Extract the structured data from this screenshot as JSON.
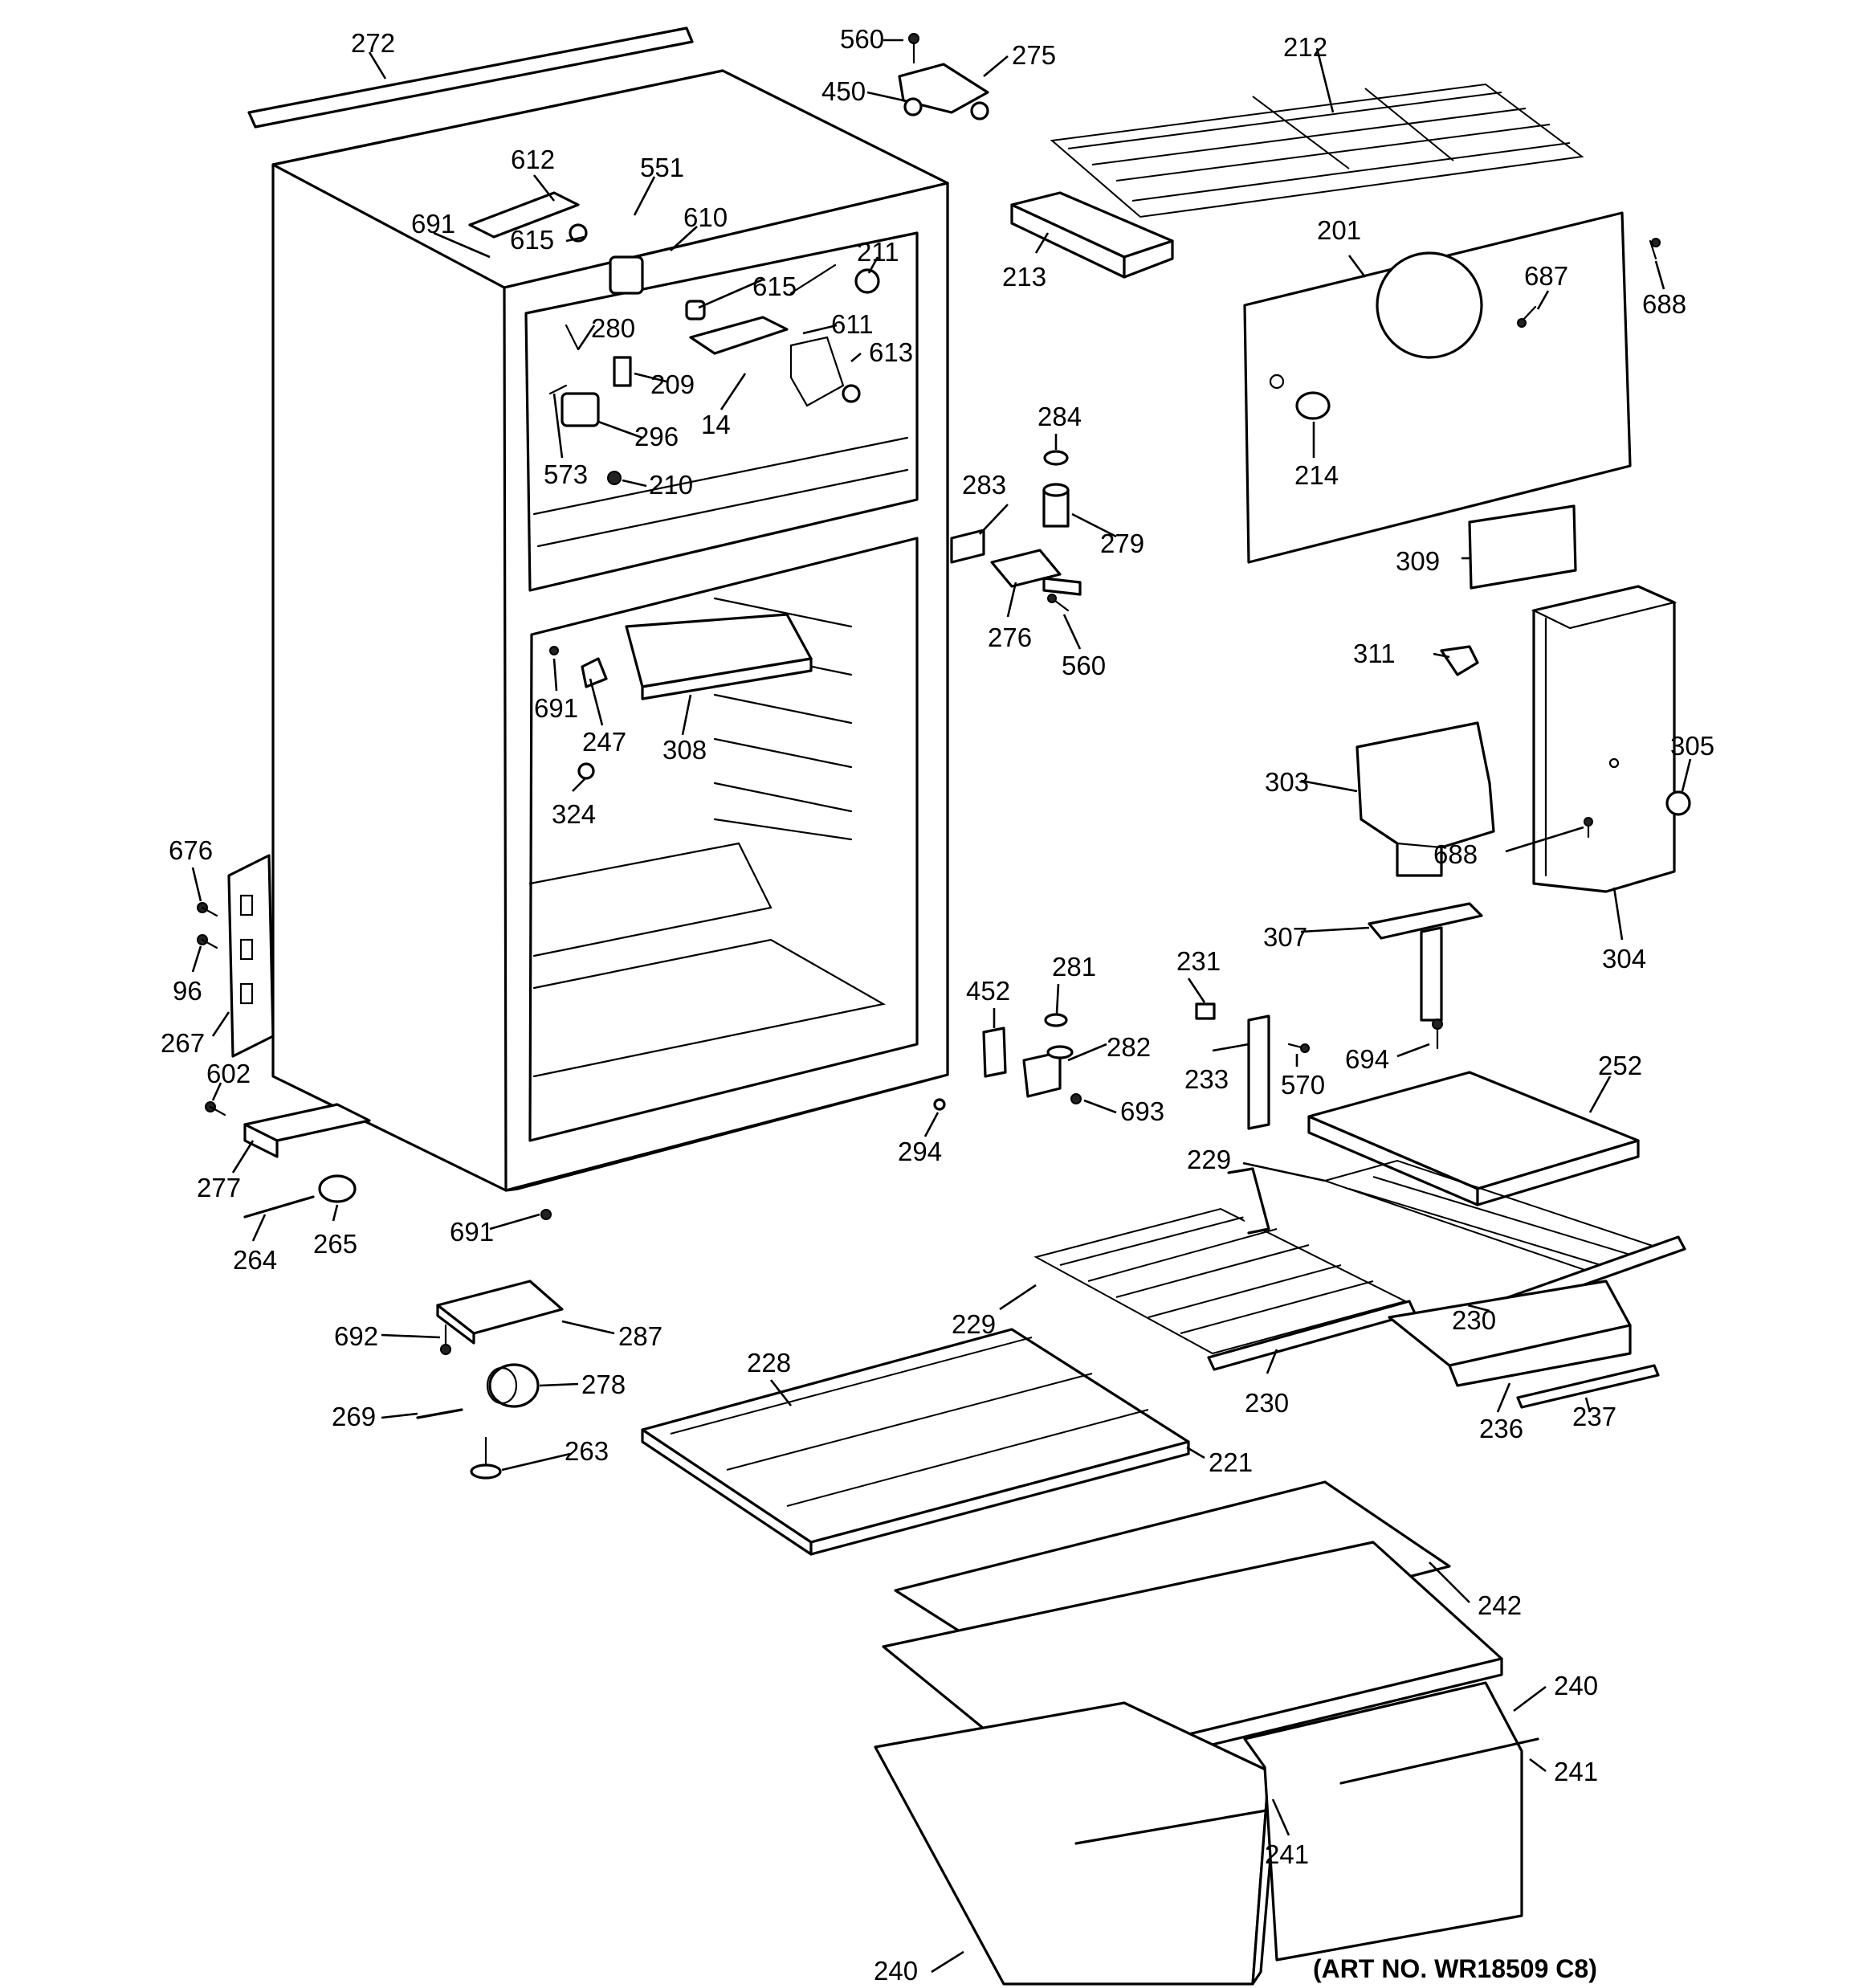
{
  "art_number": "(ART NO. WR18509 C8)",
  "callouts": [
    {
      "id": "272",
      "text": "272"
    },
    {
      "id": "560a",
      "text": "560"
    },
    {
      "id": "275",
      "text": "275"
    },
    {
      "id": "450",
      "text": "450"
    },
    {
      "id": "212",
      "text": "212"
    },
    {
      "id": "612",
      "text": "612"
    },
    {
      "id": "551",
      "text": "551"
    },
    {
      "id": "691a",
      "text": "691"
    },
    {
      "id": "615a",
      "text": "615"
    },
    {
      "id": "610",
      "text": "610"
    },
    {
      "id": "211",
      "text": "211"
    },
    {
      "id": "615b",
      "text": "615"
    },
    {
      "id": "611",
      "text": "611"
    },
    {
      "id": "280",
      "text": "280"
    },
    {
      "id": "209",
      "text": "209"
    },
    {
      "id": "613",
      "text": "613"
    },
    {
      "id": "14",
      "text": "14"
    },
    {
      "id": "296",
      "text": "296"
    },
    {
      "id": "573",
      "text": "573"
    },
    {
      "id": "210",
      "text": "210"
    },
    {
      "id": "213",
      "text": "213"
    },
    {
      "id": "201",
      "text": "201"
    },
    {
      "id": "687",
      "text": "687"
    },
    {
      "id": "688a",
      "text": "688"
    },
    {
      "id": "284",
      "text": "284"
    },
    {
      "id": "214",
      "text": "214"
    },
    {
      "id": "283",
      "text": "283"
    },
    {
      "id": "279",
      "text": "279"
    },
    {
      "id": "309",
      "text": "309"
    },
    {
      "id": "276",
      "text": "276"
    },
    {
      "id": "560b",
      "text": "560"
    },
    {
      "id": "311",
      "text": "311"
    },
    {
      "id": "691b",
      "text": "691"
    },
    {
      "id": "247",
      "text": "247"
    },
    {
      "id": "308",
      "text": "308"
    },
    {
      "id": "324",
      "text": "324"
    },
    {
      "id": "303",
      "text": "303"
    },
    {
      "id": "305",
      "text": "305"
    },
    {
      "id": "688b",
      "text": "688"
    },
    {
      "id": "304",
      "text": "304"
    },
    {
      "id": "676",
      "text": "676"
    },
    {
      "id": "96",
      "text": "96"
    },
    {
      "id": "267",
      "text": "267"
    },
    {
      "id": "307",
      "text": "307"
    },
    {
      "id": "452",
      "text": "452"
    },
    {
      "id": "281",
      "text": "281"
    },
    {
      "id": "231",
      "text": "231"
    },
    {
      "id": "282",
      "text": "282"
    },
    {
      "id": "233",
      "text": "233"
    },
    {
      "id": "570",
      "text": "570"
    },
    {
      "id": "694",
      "text": "694"
    },
    {
      "id": "252",
      "text": "252"
    },
    {
      "id": "602",
      "text": "602"
    },
    {
      "id": "693",
      "text": "693"
    },
    {
      "id": "294",
      "text": "294"
    },
    {
      "id": "277",
      "text": "277"
    },
    {
      "id": "229a",
      "text": "229"
    },
    {
      "id": "691c",
      "text": "691"
    },
    {
      "id": "264",
      "text": "264"
    },
    {
      "id": "265",
      "text": "265"
    },
    {
      "id": "229b",
      "text": "229"
    },
    {
      "id": "230a",
      "text": "230"
    },
    {
      "id": "692",
      "text": "692"
    },
    {
      "id": "287",
      "text": "287"
    },
    {
      "id": "228",
      "text": "228"
    },
    {
      "id": "269",
      "text": "269"
    },
    {
      "id": "278",
      "text": "278"
    },
    {
      "id": "230b",
      "text": "230"
    },
    {
      "id": "236",
      "text": "236"
    },
    {
      "id": "237",
      "text": "237"
    },
    {
      "id": "263",
      "text": "263"
    },
    {
      "id": "221",
      "text": "221"
    },
    {
      "id": "242",
      "text": "242"
    },
    {
      "id": "240a",
      "text": "240"
    },
    {
      "id": "241a",
      "text": "241"
    },
    {
      "id": "241b",
      "text": "241"
    },
    {
      "id": "240b",
      "text": "240"
    }
  ]
}
